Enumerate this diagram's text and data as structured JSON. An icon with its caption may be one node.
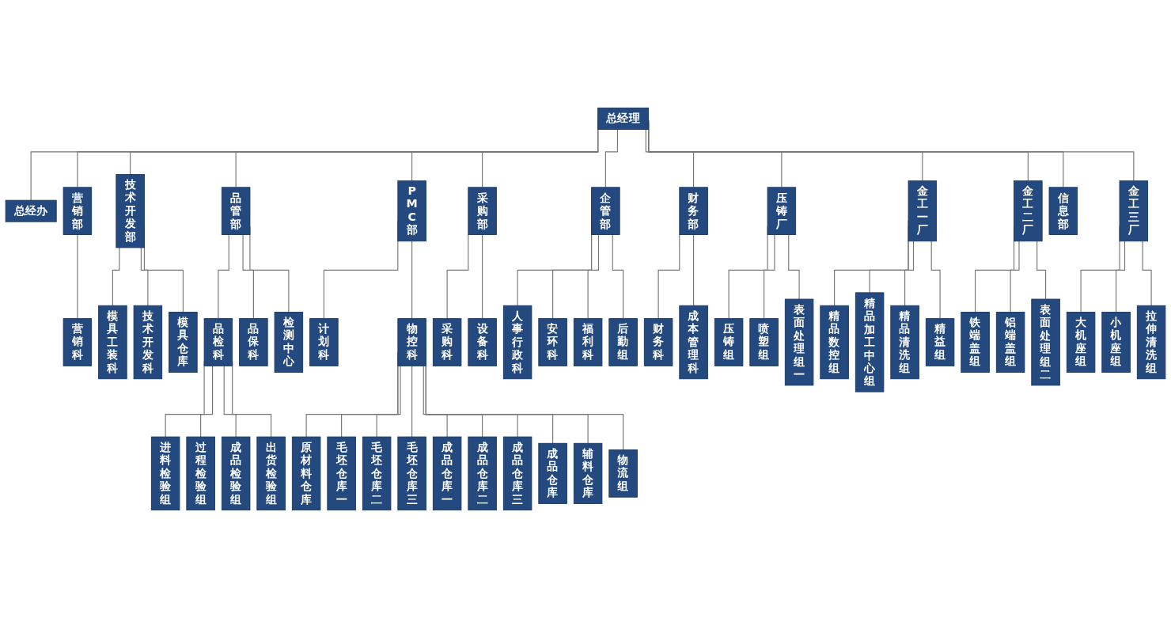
{
  "diagram": {
    "nodes": [
      {
        "text": [
          "总经理"
        ]
      },
      {
        "text": [
          "总经办"
        ]
      },
      {
        "text": [
          "营销部"
        ]
      },
      {
        "text": [
          "技术开发部"
        ]
      },
      {
        "text": [
          "品管部"
        ]
      },
      {
        "text": [
          "PMC部"
        ]
      },
      {
        "text": [
          "采购部"
        ]
      },
      {
        "text": [
          "压铸厂"
        ]
      },
      {
        "text": [
          "金工一厂"
        ]
      },
      {
        "text": [
          "金工二厂"
        ]
      },
      {
        "text": [
          "金工三厂"
        ]
      },
      {
        "text": [
          "企管部"
        ]
      },
      {
        "text": [
          "信息部"
        ]
      },
      {
        "text": [
          "财务部"
        ]
      },
      {
        "text": [
          "营销科"
        ]
      },
      {
        "text": [
          "模具工装科"
        ]
      },
      {
        "text": [
          "技术开发科"
        ]
      },
      {
        "text": [
          "模具仓库"
        ]
      },
      {
        "text": [
          "品检科"
        ]
      },
      {
        "text": [
          "品保科"
        ]
      },
      {
        "text": [
          "检测中心"
        ]
      },
      {
        "text": [
          "计划科"
        ]
      },
      {
        "text": [
          "物控科"
        ]
      },
      {
        "text": [
          "采购科"
        ]
      },
      {
        "text": [
          "设备科"
        ]
      },
      {
        "text": [
          "人事行政科"
        ]
      },
      {
        "text": [
          "安环科"
        ]
      },
      {
        "text": [
          "福利科"
        ]
      },
      {
        "text": [
          "后勤组"
        ]
      },
      {
        "text": [
          "财务科"
        ]
      },
      {
        "text": [
          "成本管理科"
        ]
      },
      {
        "text": [
          "进料检验组"
        ]
      },
      {
        "text": [
          "过程检验组"
        ]
      },
      {
        "text": [
          "成品检验组"
        ]
      },
      {
        "text": [
          "出货检验组"
        ]
      },
      {
        "text": [
          "原材料仓库"
        ]
      },
      {
        "text": [
          "毛坯仓库一"
        ]
      },
      {
        "text": [
          "毛坯仓库二"
        ]
      },
      {
        "text": [
          "毛坯仓库三"
        ]
      },
      {
        "text": [
          "成品仓库一"
        ]
      },
      {
        "text": [
          "成品仓库二"
        ]
      },
      {
        "text": [
          "成品仓库三"
        ]
      },
      {
        "text": [
          "成品仓库"
        ]
      },
      {
        "text": [
          "辅料仓库"
        ]
      },
      {
        "text": [
          "物流组"
        ]
      },
      {
        "text": [
          "压铸组"
        ]
      },
      {
        "text": [
          "喷塑组"
        ]
      },
      {
        "text": [
          "表面处理组一"
        ]
      },
      {
        "text": [
          "精品数控组"
        ]
      },
      {
        "text": [
          "精品加工中心组"
        ]
      },
      {
        "text": [
          "精品清洗组"
        ]
      },
      {
        "text": [
          "精益组"
        ]
      },
      {
        "text": [
          "铁端盖组"
        ]
      },
      {
        "text": [
          "铝端盖组"
        ]
      },
      {
        "text": [
          "表面处理组二"
        ]
      },
      {
        "text": [
          "大机座组"
        ]
      },
      {
        "text": [
          "小机座组"
        ]
      },
      {
        "text": [
          "拉伸清洗组"
        ]
      }
    ],
    "edges": [
      {
        "from": 0,
        "to": 1,
        "arrow": "none"
      },
      {
        "from": 0,
        "to": 2,
        "arrow": "none"
      },
      {
        "from": 0,
        "to": 3,
        "arrow": "none"
      },
      {
        "from": 0,
        "to": 4,
        "arrow": "none"
      },
      {
        "from": 0,
        "to": 5,
        "arrow": "none"
      },
      {
        "from": 0,
        "to": 6,
        "arrow": "none"
      },
      {
        "from": 0,
        "to": 7,
        "arrow": "none"
      },
      {
        "from": 0,
        "to": 8,
        "arrow": "none"
      },
      {
        "from": 0,
        "to": 9,
        "arrow": "none"
      },
      {
        "from": 0,
        "to": 10,
        "arrow": "none"
      },
      {
        "from": 0,
        "to": 11,
        "arrow": "none"
      },
      {
        "from": 0,
        "to": 12,
        "arrow": "none"
      },
      {
        "from": 0,
        "to": 13,
        "arrow": "none"
      },
      {
        "from": 2,
        "to": 14,
        "arrow": "none"
      },
      {
        "from": 3,
        "to": 15,
        "arrow": "none"
      },
      {
        "from": 3,
        "to": 16,
        "arrow": "none"
      },
      {
        "from": 3,
        "to": 17,
        "arrow": "none"
      },
      {
        "from": 4,
        "to": 18,
        "arrow": "none"
      },
      {
        "from": 4,
        "to": 19,
        "arrow": "none"
      },
      {
        "from": 4,
        "to": 20,
        "arrow": "none"
      },
      {
        "from": 5,
        "to": 21,
        "arrow": "none"
      },
      {
        "from": 5,
        "to": 22,
        "arrow": "none"
      },
      {
        "from": 6,
        "to": 23,
        "arrow": "none"
      },
      {
        "from": 6,
        "to": 24,
        "arrow": "none"
      },
      {
        "from": 11,
        "to": 25,
        "arrow": "none"
      },
      {
        "from": 11,
        "to": 26,
        "arrow": "none"
      },
      {
        "from": 11,
        "to": 27,
        "arrow": "none"
      },
      {
        "from": 11,
        "to": 28,
        "arrow": "none"
      },
      {
        "from": 13,
        "to": 29,
        "arrow": "none"
      },
      {
        "from": 13,
        "to": 30,
        "arrow": "none"
      },
      {
        "from": 18,
        "to": 31,
        "arrow": "none"
      },
      {
        "from": 18,
        "to": 32,
        "arrow": "none"
      },
      {
        "from": 18,
        "to": 33,
        "arrow": "none"
      },
      {
        "from": 18,
        "to": 34,
        "arrow": "none"
      },
      {
        "from": 22,
        "to": 35,
        "arrow": "none"
      },
      {
        "from": 22,
        "to": 36,
        "arrow": "none"
      },
      {
        "from": 22,
        "to": 37,
        "arrow": "none"
      },
      {
        "from": 22,
        "to": 38,
        "arrow": "none"
      },
      {
        "from": 22,
        "to": 39,
        "arrow": "none"
      },
      {
        "from": 22,
        "to": 40,
        "arrow": "none"
      },
      {
        "from": 22,
        "to": 41,
        "arrow": "none"
      },
      {
        "from": 22,
        "to": 42,
        "arrow": "none"
      },
      {
        "from": 22,
        "to": 43,
        "arrow": "none"
      },
      {
        "from": 22,
        "to": 44,
        "arrow": "none"
      },
      {
        "from": 7,
        "to": 45,
        "arrow": "none"
      },
      {
        "from": 7,
        "to": 46,
        "arrow": "none"
      },
      {
        "from": 7,
        "to": 47,
        "arrow": "none"
      },
      {
        "from": 8,
        "to": 48,
        "arrow": "none"
      },
      {
        "from": 8,
        "to": 49,
        "arrow": "none"
      },
      {
        "from": 8,
        "to": 50,
        "arrow": "none"
      },
      {
        "from": 8,
        "to": 51,
        "arrow": "none"
      },
      {
        "from": 9,
        "to": 52,
        "arrow": "none"
      },
      {
        "from": 9,
        "to": 53,
        "arrow": "none"
      },
      {
        "from": 9,
        "to": 54,
        "arrow": "none"
      },
      {
        "from": 10,
        "to": 55,
        "arrow": "none"
      },
      {
        "from": 10,
        "to": 56,
        "arrow": "none"
      },
      {
        "from": 10,
        "to": 57,
        "arrow": "none"
      }
    ]
  }
}
